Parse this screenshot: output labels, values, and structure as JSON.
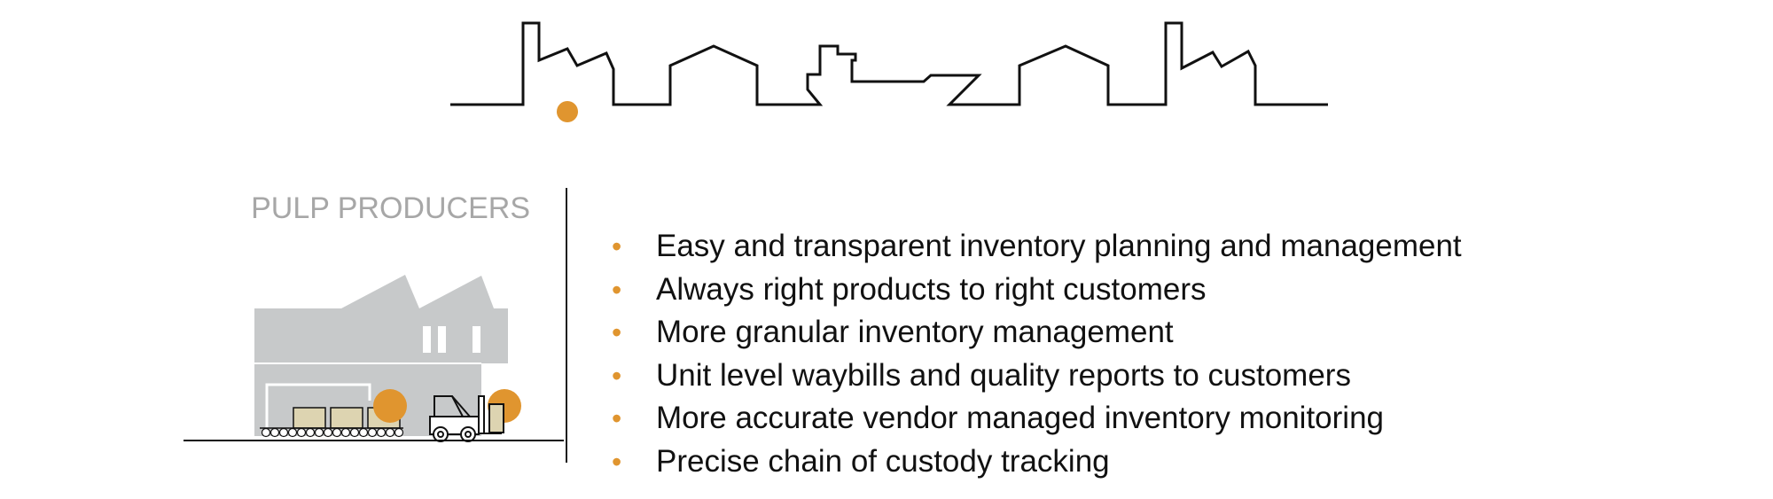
{
  "section": {
    "title": "PULP PRODUCERS"
  },
  "benefits": [
    {
      "text": "Easy and transparent inventory planning and management"
    },
    {
      "text": "Always right products to right customers"
    },
    {
      "text": "More granular inventory management"
    },
    {
      "text": "Unit level waybills and quality reports to customers"
    },
    {
      "text": "More accurate vendor managed inventory monitoring"
    },
    {
      "text": "Precise chain of custody tracking"
    }
  ],
  "icons": {
    "skyline": "industrial-skyline-icon",
    "factory": "warehouse-factory-icon",
    "forklift": "forklift-icon",
    "bullet": "bullet-dot-icon"
  },
  "colors": {
    "accent": "#e0952f",
    "line": "#111111",
    "title_gray": "#a7a7a7",
    "building_gray": "#c7c9ca",
    "box_tan": "#ddd4b1"
  }
}
